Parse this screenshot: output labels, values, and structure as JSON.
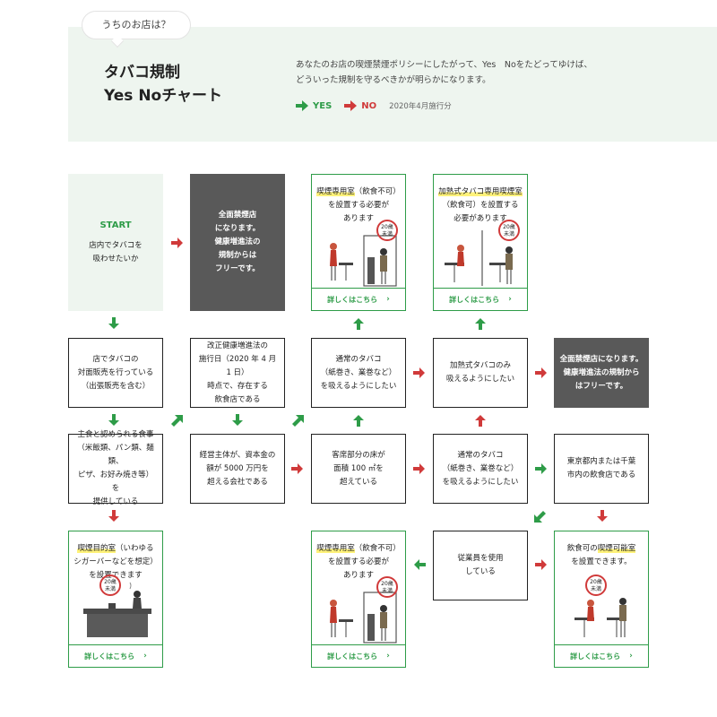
{
  "header": {
    "bubble": "うちのお店は？",
    "title_line1": "タバコ規制",
    "title_line2": "Yes Noチャート",
    "description_line1": "あなたのお店の喫煙禁煙ポリシーにしたがって、Yes　Noをたどってゆけば、",
    "description_line2": "どういった規制を守るべきかが明らかになります。",
    "legend_yes": "YES",
    "legend_no": "NO",
    "legend_note": "2020年4月施行分",
    "colors": {
      "yes": "#2e9c48",
      "no": "#d03a3a",
      "panel": "#eef5ef",
      "dark": "#595959"
    }
  },
  "start": {
    "label": "START",
    "line1": "店内でタバコを",
    "line2": "吸わせたいか"
  },
  "nodes": {
    "total_ban_1": {
      "lines": [
        "全面禁煙店",
        "になります。",
        "健康増進法の",
        "規制からは",
        "フリーです。"
      ]
    },
    "q_sales": {
      "lines": [
        "店でタバコの",
        "対面販売を行っている",
        "（出張販売を含む）"
      ]
    },
    "q_existing": {
      "lines": [
        "改正健康増進法の",
        "施行日（2020 年 4 月 1 日）",
        "時点で、存在する",
        "飲食店である"
      ]
    },
    "q_normal_tobacco_1": {
      "lines": [
        "通常のタバコ",
        "（紙巻き、業巻など）",
        "を吸えるようにしたい"
      ]
    },
    "q_heated_only": {
      "lines": [
        "加熱式タバコのみ",
        "吸えるようにしたい"
      ]
    },
    "total_ban_2": {
      "lines": [
        "全面禁煙店になります。",
        "健康増進法の規制から",
        "はフリーです。"
      ]
    },
    "q_meal": {
      "lines": [
        "主食と認められる食事",
        "（米飯類、パン類、麺類、",
        "ピザ、お好み焼き等）を",
        "提供している"
      ]
    },
    "q_capital": {
      "lines": [
        "経営主体が、資本金の",
        "額が 5000 万円を",
        "超える会社である"
      ]
    },
    "q_floor": {
      "lines": [
        "客席部分の床が",
        "面積 100 ㎡を",
        "超えている"
      ]
    },
    "q_normal_tobacco_2": {
      "lines": [
        "通常のタバコ",
        "（紙巻き、業巻など）",
        "を吸えるようにしたい"
      ]
    },
    "q_tokyo": {
      "lines": [
        "東京都内または千葉",
        "市内の飲食店である"
      ]
    },
    "q_employees": {
      "lines": [
        "従業員を使用",
        "している"
      ]
    }
  },
  "results": {
    "smoking_room_top": {
      "highlight": "喫煙専用室",
      "rest1": "（飲食不可）",
      "line2": "を設置する必要が",
      "line3": "あります",
      "sign": [
        "20歳",
        "未満"
      ],
      "link": "詳しくはこちら"
    },
    "heated_room_top": {
      "highlight": "加熱式タバコ専用喫煙室",
      "rest1": "",
      "line2": "（飲食可）を設置する",
      "line3": "必要があります",
      "sign": [
        "20歳",
        "未満"
      ],
      "link": "詳しくはこちら"
    },
    "purpose_room": {
      "highlight": "喫煙目的室",
      "rest1": "（いわゆる",
      "line2": "シガーバーなどを想定）",
      "line3": "を設置できます",
      "sign": [
        "20歳",
        "未満"
      ],
      "link": "詳しくはこちら"
    },
    "smoking_room_bottom": {
      "highlight": "喫煙専用室",
      "rest1": "（飲食不可）",
      "line2": "を設置する必要が",
      "line3": "あります",
      "sign": [
        "20歳",
        "未満"
      ],
      "link": "詳しくはこちら"
    },
    "smoking_allowed_room": {
      "highlight": "",
      "rest1": "飲食可の",
      "highlight2": "喫煙可能室",
      "line2": "を設置できます。",
      "line3": "",
      "sign": [
        "20歳",
        "未満"
      ],
      "link": "詳しくはこちら"
    }
  }
}
